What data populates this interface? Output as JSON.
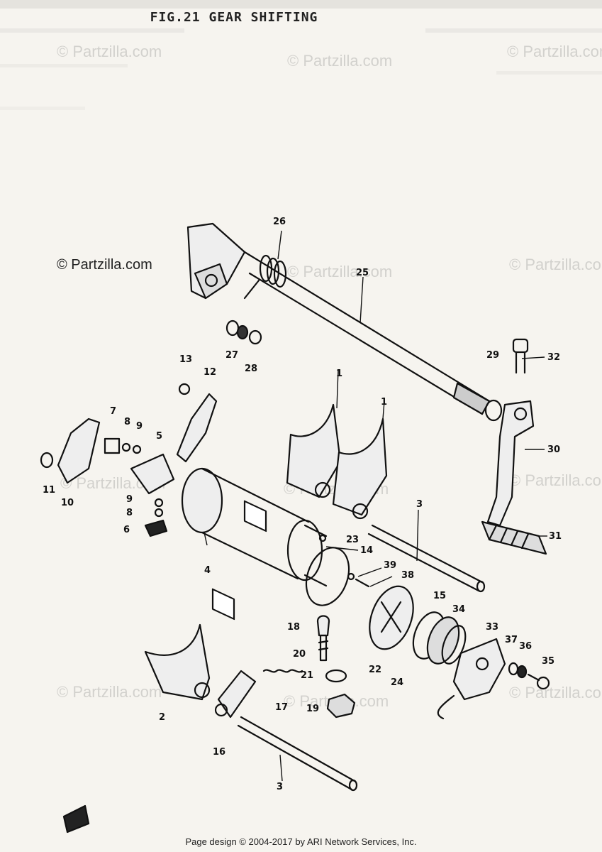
{
  "figure": {
    "title": "FIG.21  GEAR SHIFTING"
  },
  "watermark": {
    "text": "© Partzilla.com"
  },
  "parts": [
    {
      "id": "1"
    },
    {
      "id": "1b",
      "label": "1"
    },
    {
      "id": "2"
    },
    {
      "id": "3"
    },
    {
      "id": "3b",
      "label": "3"
    },
    {
      "id": "4"
    },
    {
      "id": "5"
    },
    {
      "id": "6"
    },
    {
      "id": "7"
    },
    {
      "id": "8"
    },
    {
      "id": "8b",
      "label": "8"
    },
    {
      "id": "9"
    },
    {
      "id": "9b",
      "label": "9"
    },
    {
      "id": "10"
    },
    {
      "id": "11"
    },
    {
      "id": "12"
    },
    {
      "id": "13"
    },
    {
      "id": "14"
    },
    {
      "id": "15"
    },
    {
      "id": "16"
    },
    {
      "id": "17"
    },
    {
      "id": "18"
    },
    {
      "id": "19"
    },
    {
      "id": "20"
    },
    {
      "id": "21"
    },
    {
      "id": "22"
    },
    {
      "id": "23"
    },
    {
      "id": "24"
    },
    {
      "id": "25"
    },
    {
      "id": "26"
    },
    {
      "id": "27"
    },
    {
      "id": "28"
    },
    {
      "id": "29"
    },
    {
      "id": "30"
    },
    {
      "id": "31"
    },
    {
      "id": "32"
    },
    {
      "id": "33"
    },
    {
      "id": "34"
    },
    {
      "id": "35"
    },
    {
      "id": "36"
    },
    {
      "id": "37"
    },
    {
      "id": "38"
    },
    {
      "id": "39"
    }
  ],
  "labels": {
    "1": "1",
    "1b": "1",
    "2": "2",
    "3": "3",
    "3b": "3",
    "4": "4",
    "5": "5",
    "6": "6",
    "7": "7",
    "8": "8",
    "8b": "8",
    "9": "9",
    "9b": "9",
    "10": "10",
    "11": "11",
    "12": "12",
    "13": "13",
    "14": "14",
    "15": "15",
    "16": "16",
    "17": "17",
    "18": "18",
    "19": "19",
    "20": "20",
    "21": "21",
    "22": "22",
    "23": "23",
    "24": "24",
    "25": "25",
    "26": "26",
    "27": "27",
    "28": "28",
    "29": "29",
    "30": "30",
    "31": "31",
    "32": "32",
    "33": "33",
    "34": "34",
    "35": "35",
    "36": "36",
    "37": "37",
    "38": "38",
    "39": "39"
  },
  "footer": {
    "text": "Page design © 2004-2017 by ARI Network Services, Inc."
  }
}
